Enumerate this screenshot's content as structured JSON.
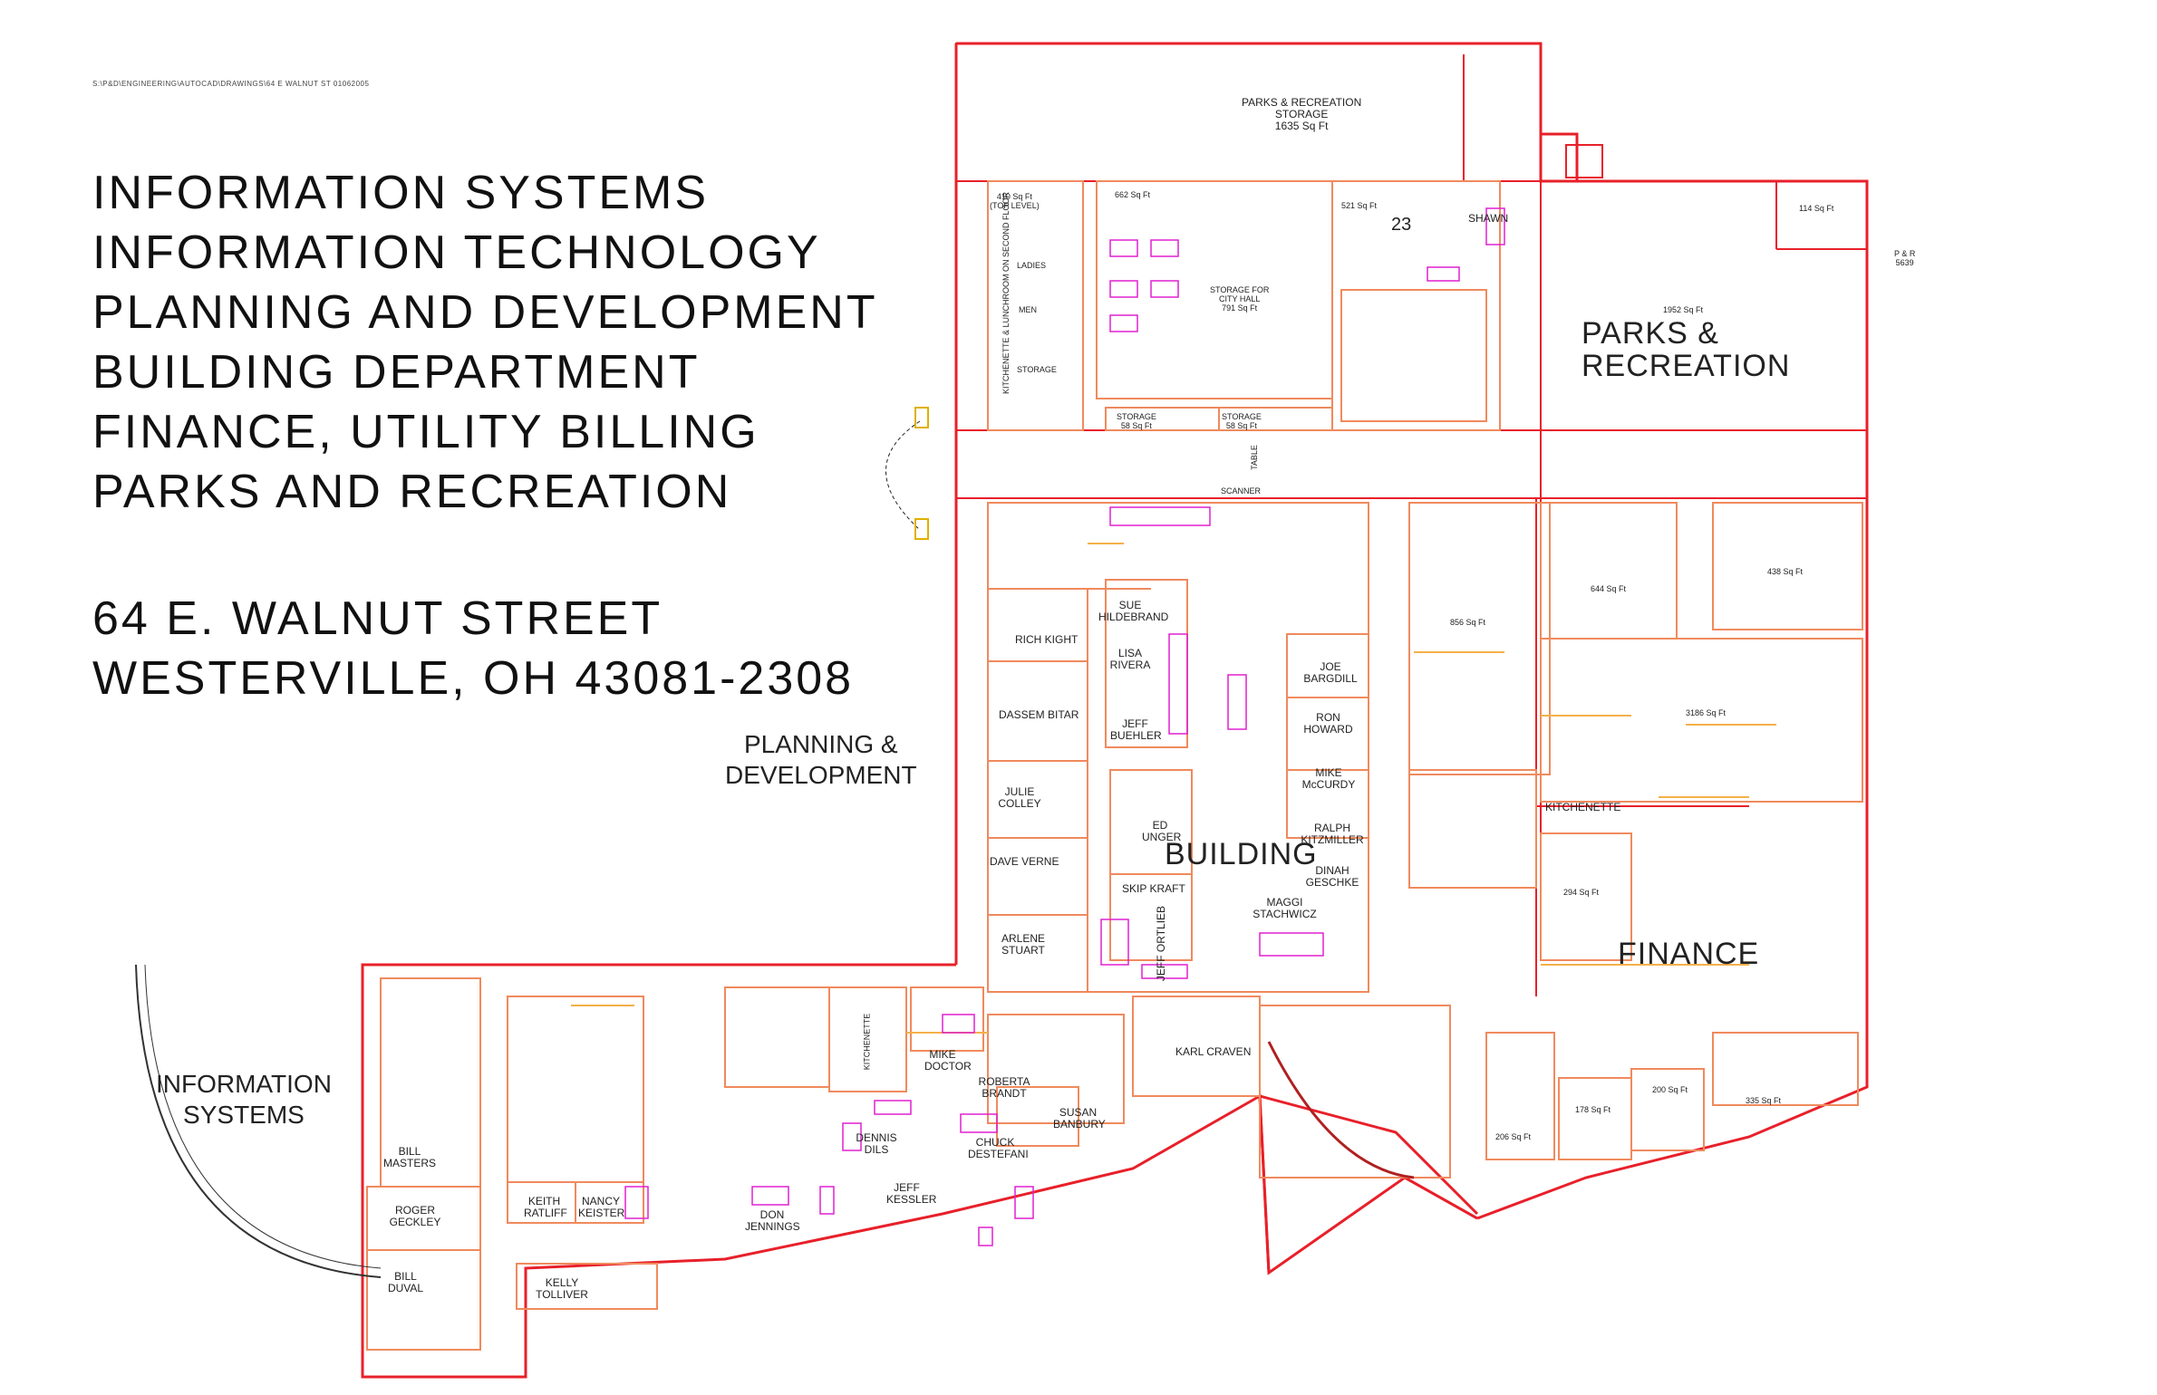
{
  "file_path": "S:\\P&D\\ENGINEERING\\AUTOCAD\\DRAWINGS\\64 E WALNUT ST 01062005",
  "heading_lines": [
    "INFORMATION SYSTEMS",
    "INFORMATION TECHNOLOGY",
    "PLANNING AND DEVELOPMENT",
    "BUILDING DEPARTMENT",
    "FINANCE, UTILITY BILLING",
    "PARKS AND RECREATION"
  ],
  "address_lines": [
    "64 E. WALNUT STREET",
    "WESTERVILLE, OH 43081-2308"
  ],
  "department_labels": {
    "parks": [
      "PARKS &",
      "RECREATION"
    ],
    "planning": [
      "PLANNING &",
      "DEVELOPMENT"
    ],
    "building": "BUILDING",
    "finance": "FINANCE",
    "info_systems": [
      "INFORMATION",
      "SYSTEMS"
    ]
  },
  "room_labels": {
    "parks_storage": [
      "PARKS & RECREATION",
      "STORAGE",
      "1635 Sq Ft"
    ],
    "sqft_410": [
      "410 Sq Ft",
      "(TOP LEVEL)"
    ],
    "sqft_662": "662 Sq Ft",
    "sqft_521": "521 Sq Ft",
    "room_23": "23",
    "shawn": "SHAWN",
    "sqft_114": "114 Sq Ft",
    "pr_5639": [
      "P & R",
      "5639"
    ],
    "ladies": "LADIES",
    "men": "MEN",
    "storage": "STORAGE",
    "kitchenette_lunchroom": "KITCHENETTE & LUNCHROOM ON SECOND FLOOR",
    "storage_city_hall": [
      "STORAGE FOR",
      "CITY HALL",
      "791 Sq Ft"
    ],
    "storage_58_a": [
      "STORAGE",
      "58 Sq Ft"
    ],
    "storage_58_b": [
      "STORAGE",
      "58 Sq Ft"
    ],
    "sqft_1952": "1952 Sq Ft",
    "table": "TABLE",
    "scanner": "SCANNER",
    "sqft_856": "856 Sq Ft",
    "sqft_644": "644 Sq Ft",
    "sqft_438": "438 Sq Ft",
    "sqft_3186": "3186 Sq Ft",
    "kitchenette_finance": "KITCHENETTE",
    "sqft_294": "294 Sq Ft",
    "sqft_206": "206 Sq Ft",
    "sqft_178": "178 Sq Ft",
    "sqft_200": "200 Sq Ft",
    "sqft_335": "335 Sq Ft",
    "kitchenette_is": "KITCHENETTE"
  },
  "people": [
    "SUE HILDEBRAND",
    "RICH KIGHT",
    "LISA RIVERA",
    "JOE BARGDILL",
    "DASSEM BITAR",
    "JEFF BUEHLER",
    "RON HOWARD",
    "MIKE McCURDY",
    "JULIE COLLEY",
    "ED UNGER",
    "RALPH KITZMILLER",
    "DAVE VERNE",
    "DINAH GESCHKE",
    "SKIP KRAFT",
    "MAGGI STACHWICZ",
    "ARLENE STUART",
    "JEFF ORTLIEB",
    "KARL CRAVEN",
    "MIKE DOCTOR",
    "ROBERTA BRANDT",
    "SUSAN BANBURY",
    "DENNIS DILS",
    "CHUCK DESTEFANI",
    "JEFF KESSLER",
    "DON JENNINGS",
    "BILL MASTERS",
    "ROGER GECKLEY",
    "KEITH RATLIFF",
    "NANCY KEISTER",
    "BILL DUVAL",
    "KELLY TOLLIVER"
  ],
  "colors": {
    "exterior_wall": "#e8202a",
    "interior_wall": "#f08a5d",
    "partition": "#f5b04a",
    "furniture": "#e020d0",
    "ink": "#111111"
  }
}
